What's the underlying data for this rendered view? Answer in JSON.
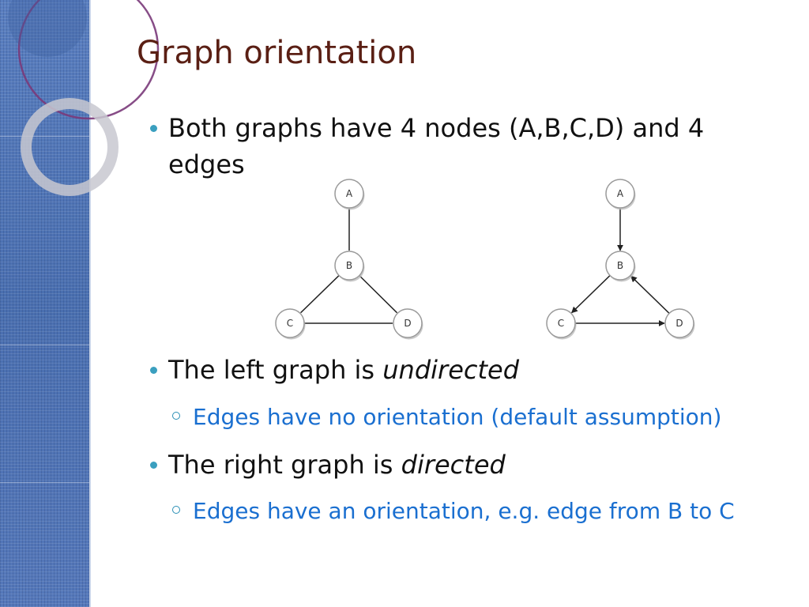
{
  "slide": {
    "title": "Graph orientation",
    "bullets": [
      {
        "text": "Both graphs have 4 nodes (A,B,C,D) and 4",
        "text_line2": "edges"
      },
      {
        "text": "The left graph is ",
        "emphasis": "undirected"
      },
      {
        "text": "The right graph is ",
        "emphasis": "directed"
      }
    ],
    "sub_bullets": [
      {
        "text": "Edges have no orientation (default assumption)"
      },
      {
        "text": "Edges have an orientation, e.g. edge from B to C"
      }
    ]
  },
  "graphs": {
    "left": {
      "nodes": [
        "A",
        "B",
        "C",
        "D"
      ],
      "edges": [
        [
          "A",
          "B"
        ],
        [
          "B",
          "C"
        ],
        [
          "B",
          "D"
        ],
        [
          "C",
          "D"
        ]
      ],
      "directed": false
    },
    "right": {
      "nodes": [
        "A",
        "B",
        "C",
        "D"
      ],
      "edges": [
        [
          "A",
          "B"
        ],
        [
          "B",
          "C"
        ],
        [
          "C",
          "D"
        ],
        [
          "D",
          "B"
        ]
      ],
      "directed": true
    }
  },
  "colors": {
    "title": "#5a1f14",
    "body_text": "#111111",
    "sub_text": "#1a6fd0",
    "bullet": "#3a9fbf",
    "sidebar": "#4f74b5"
  }
}
